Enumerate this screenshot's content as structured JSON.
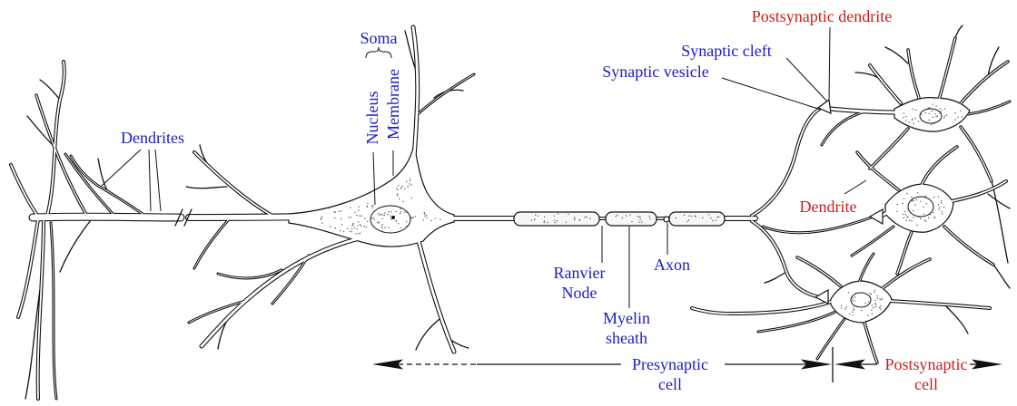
{
  "diagram": {
    "labels": {
      "soma": "Soma",
      "nucleus": "Nucleus",
      "membrane": "Membrane",
      "dendrites": "Dendrites",
      "synaptic_cleft": "Synaptic cleft",
      "synaptic_vesicle": "Synaptic vesicle",
      "postsynaptic_dendrite": "Postsynaptic dendrite",
      "dendrite": "Dendrite",
      "ranvier_node": [
        "Ranvier",
        "Node"
      ],
      "axon": "Axon",
      "myelin_sheath": [
        "Myelin",
        "sheath"
      ],
      "presynaptic_cell": [
        "Presynaptic",
        "cell"
      ],
      "postsynaptic_cell": [
        "Postsynaptic",
        "cell"
      ]
    },
    "colors": {
      "presynaptic_text": "#1c1cc8",
      "postsynaptic_text": "#cc1c1c",
      "ink": "#111111",
      "background": "#ffffff"
    }
  }
}
